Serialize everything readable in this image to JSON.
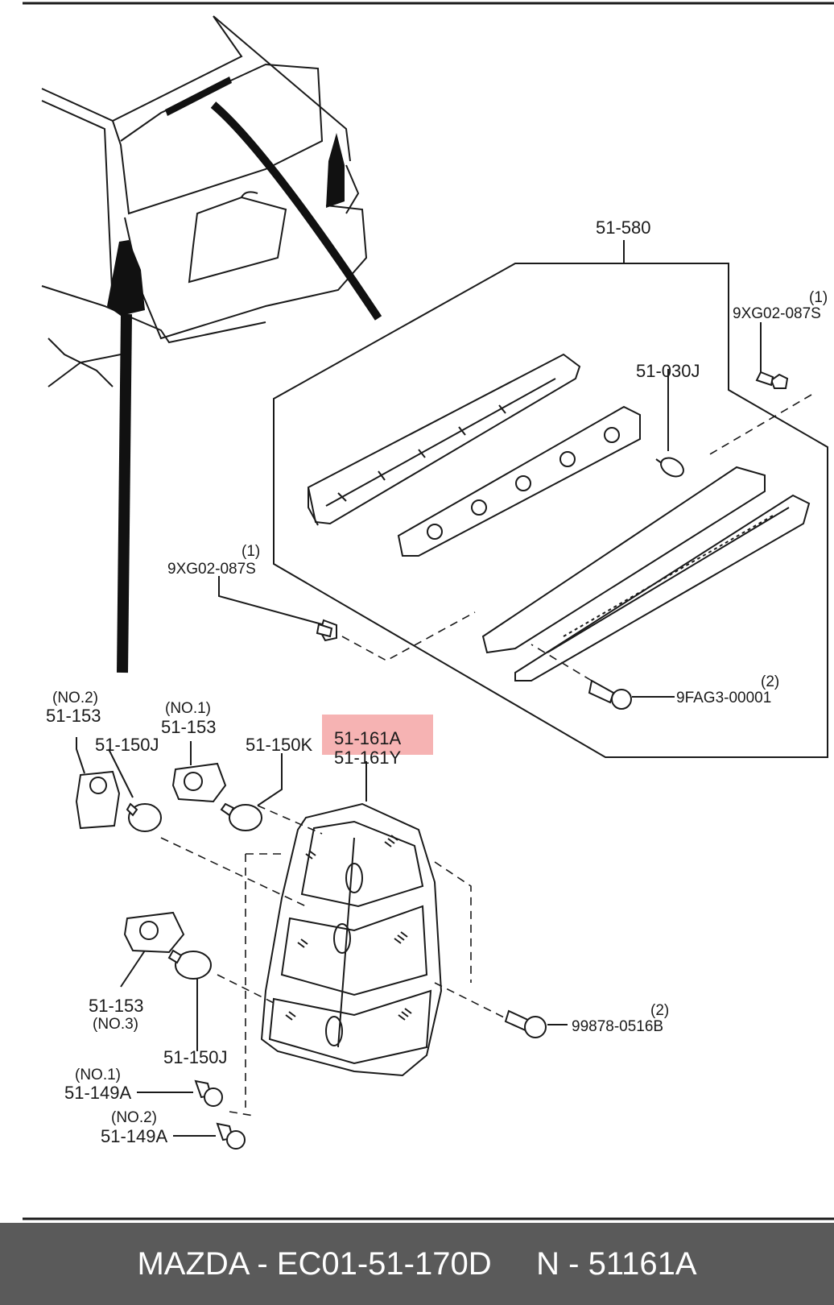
{
  "labels": {
    "p51_580": "51-580",
    "p51_030j": "51-030J",
    "screw_top_qty": "(1)",
    "screw_top": "9XG02-087S",
    "screw_left_qty": "(1)",
    "screw_left": "9XG02-087S",
    "fag_qty": "(2)",
    "fag": "9FAG3-00001",
    "no2": "(NO.2)",
    "p51_153_a": "51-153",
    "no1": "(NO.1)",
    "p51_153_b": "51-153",
    "p51_150j_a": "51-150J",
    "p51_150k": "51-150K",
    "p51_161a": "51-161A",
    "p51_161y": "51-161Y",
    "p51_153_c": "51-153",
    "no3": "(NO.3)",
    "p51_150j_b": "51-150J",
    "screw99_qty": "(2)",
    "screw99": "99878-0516B",
    "clip1_no": "(NO.1)",
    "clip1": "51-149A",
    "clip2_no": "(NO.2)",
    "clip2": "51-149A"
  },
  "highlight_color": "#f4a6a6",
  "footer": {
    "text": "MAZDA - EC01-51-170D     N - 51161A"
  }
}
